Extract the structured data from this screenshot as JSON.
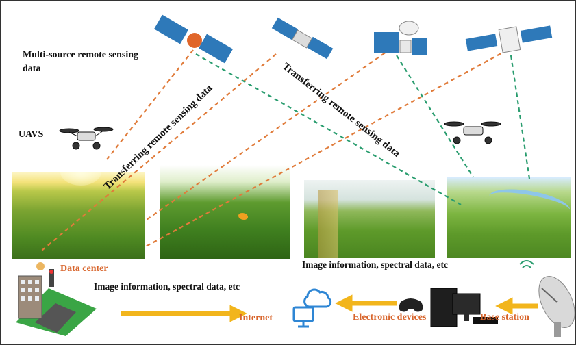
{
  "labels": {
    "multi_source_line1": "Multi-source remote sensing",
    "multi_source_line2": "data",
    "uavs": "UAVS",
    "transfer_left": "Transferring remote sensing data",
    "transfer_right": "Transferring remote sensing data",
    "image_info_right": "Image information, spectral data, etc",
    "image_info_left": "Image information, spectral data, etc",
    "data_center": "Data center",
    "internet": "Internet",
    "electronic_devices": "Electronic devices",
    "base_station": "Base station"
  },
  "colors": {
    "orange_link": "#e07b3a",
    "green_link": "#2a9d6f",
    "arrow_yellow": "#f2b51c",
    "label_orange": "#d8652c",
    "satellite_panel": "#2e79b9"
  },
  "icons": [
    "satellite-icon",
    "drone-icon",
    "building-icon",
    "cloud-sync-icon",
    "game-controller-icon",
    "computer-icon",
    "satellite-dish-icon"
  ]
}
